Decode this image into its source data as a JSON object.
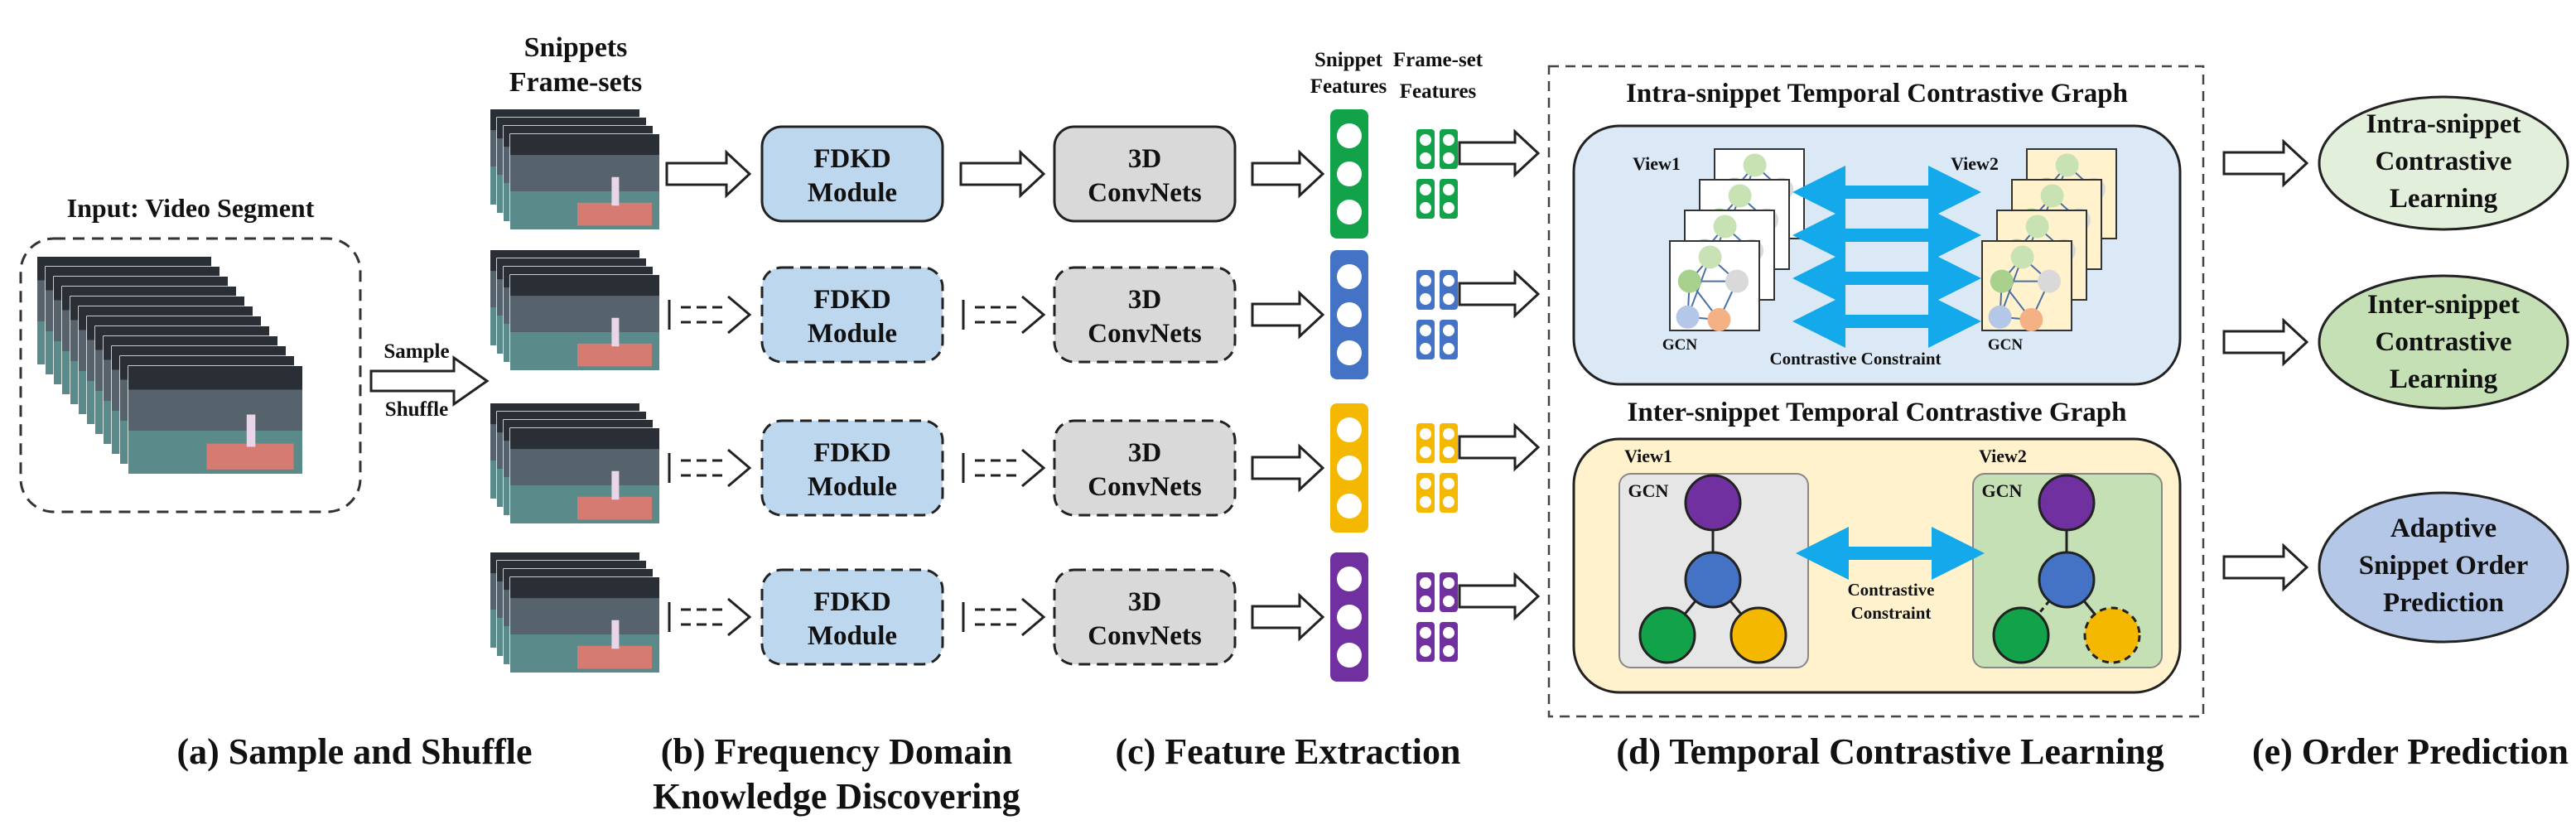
{
  "stage_a": {
    "input_title": "Input: Video Segment",
    "arrow_top": "Sample",
    "arrow_bottom": "Shuffle",
    "caption": "(a) Sample and Shuffle"
  },
  "snippets": {
    "header_line1": "Snippets",
    "header_line2": "Frame-sets"
  },
  "stage_b": {
    "module_line1": "FDKD",
    "module_line2": "Module",
    "caption_line1": "(b) Frequency Domain",
    "caption_line2": "Knowledge Discovering"
  },
  "stage_c": {
    "conv_line1": "3D",
    "conv_line2": "ConvNets",
    "caption": "(c) Feature Extraction"
  },
  "features": {
    "snippet_header_line1": "Snippet",
    "snippet_header_line2": "Features",
    "frameset_header_line1": "Frame-set",
    "frameset_header_line2": "Features",
    "colors": [
      "#12a34a",
      "#4472c4",
      "#f5b800",
      "#7030a0"
    ]
  },
  "stage_d": {
    "intra_title": "Intra-snippet Temporal Contrastive Graph",
    "inter_title": "Inter-snippet Temporal Contrastive Graph",
    "view1": "View1",
    "view2": "View2",
    "gcn": "GCN",
    "intra_constraint": "Contrastive Constraint",
    "inter_constraint_line1": "Contrastive",
    "inter_constraint_line2": "Constraint",
    "caption": "(d) Temporal Contrastive Learning"
  },
  "stage_e": {
    "out1_line1": "Intra-snippet",
    "out1_line2": "Contrastive",
    "out1_line3": "Learning",
    "out2_line1": "Inter-snippet",
    "out2_line2": "Contrastive",
    "out2_line3": "Learning",
    "out3_line1": "Adaptive",
    "out3_line2": "Snippet Order",
    "out3_line3": "Prediction",
    "caption": "(e) Order Prediction"
  }
}
